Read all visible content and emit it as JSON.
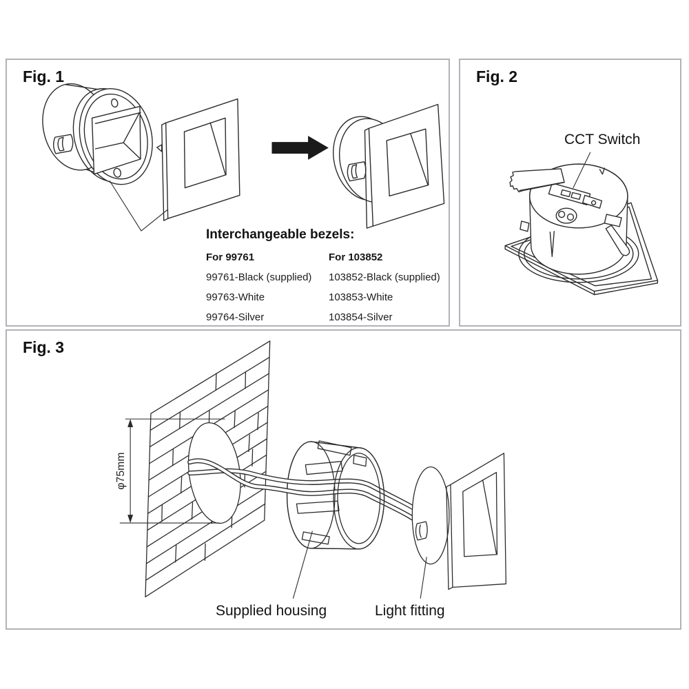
{
  "figures": {
    "fig1": {
      "title": "Fig. 1"
    },
    "fig2": {
      "title": "Fig. 2",
      "callout": "CCT Switch"
    },
    "fig3": {
      "title": "Fig. 3",
      "dimension": "φ75mm",
      "housing_label": "Supplied housing",
      "fitting_label": "Light fitting"
    }
  },
  "bezels": {
    "heading": "Interchangeable bezels:",
    "columns": [
      {
        "model": "For 99761",
        "options": [
          "99761-Black (supplied)",
          "99763-White",
          "99764-Silver"
        ]
      },
      {
        "model": "For 103852",
        "options": [
          "103852-Black (supplied)",
          "103853-White",
          "103854-Silver"
        ]
      }
    ]
  },
  "colors": {
    "line": "#2b2b2b",
    "panel_border": "#b2b2b8",
    "arrow": "#1a1a1a"
  }
}
